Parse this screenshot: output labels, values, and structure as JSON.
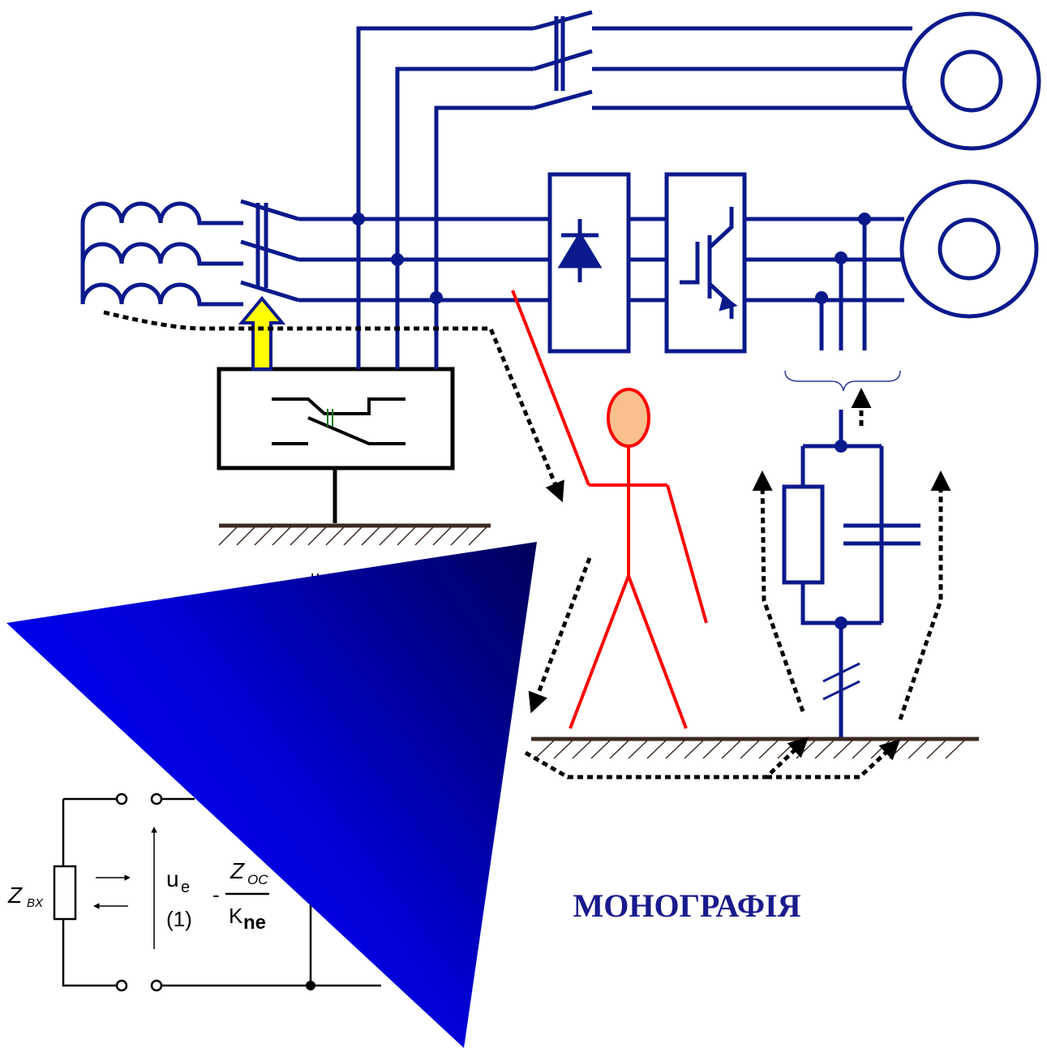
{
  "title": "МОНОГРАФІЯ",
  "colors": {
    "wire": "#0a1a8c",
    "person": "#ff0000",
    "head_fill": "#f9c08e",
    "ground": "#3b2a22",
    "arrow_fill": "#ffff00",
    "triangle_light": "#0000ff",
    "triangle_dark": "#00005a",
    "title_color": "#1a1a8c",
    "dotted": "#000000"
  },
  "circuit": {
    "impedance_in_label": "Z",
    "impedance_in_sub": "BX",
    "voltage_label": "u",
    "voltage_sub": "e",
    "index_label": "(1)",
    "feedback_num": "Z",
    "feedback_num_sub": "OC",
    "feedback_den": "K",
    "feedback_den_sub": "ne",
    "minus_sign": "-",
    "hidden_u_label": "u"
  }
}
